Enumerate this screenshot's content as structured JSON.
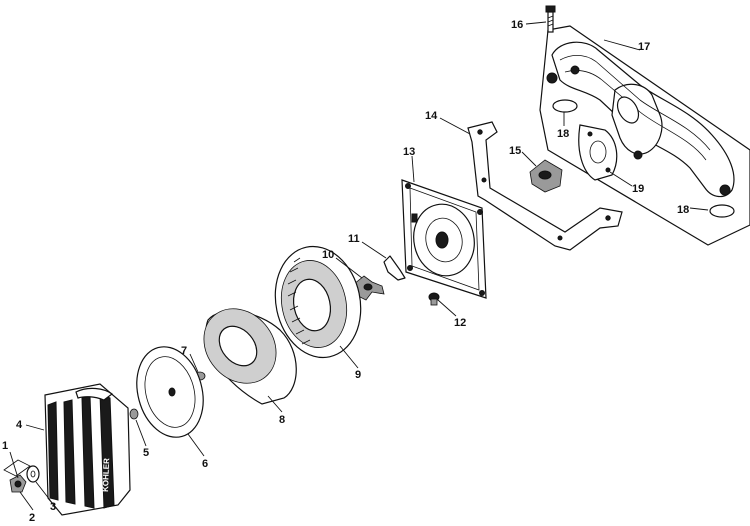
{
  "callouts": [
    {
      "id": "1",
      "text": "1"
    },
    {
      "id": "2",
      "text": "2"
    },
    {
      "id": "3",
      "text": "3"
    },
    {
      "id": "4",
      "text": "4"
    },
    {
      "id": "5",
      "text": "5"
    },
    {
      "id": "6",
      "text": "6"
    },
    {
      "id": "7",
      "text": "7"
    },
    {
      "id": "8",
      "text": "8"
    },
    {
      "id": "9",
      "text": "9"
    },
    {
      "id": "10",
      "text": "10"
    },
    {
      "id": "11",
      "text": "11"
    },
    {
      "id": "12",
      "text": "12"
    },
    {
      "id": "13",
      "text": "13"
    },
    {
      "id": "14",
      "text": "14"
    },
    {
      "id": "15",
      "text": "15"
    },
    {
      "id": "16",
      "text": "16"
    },
    {
      "id": "17",
      "text": "17"
    },
    {
      "id": "18a",
      "text": "18"
    },
    {
      "id": "18b",
      "text": "18"
    },
    {
      "id": "19",
      "text": "19"
    }
  ],
  "cover_brand": "KOHLER",
  "colors": {
    "line": "#111111",
    "fill": "#ffffff",
    "shade": "#1a1a1a"
  }
}
